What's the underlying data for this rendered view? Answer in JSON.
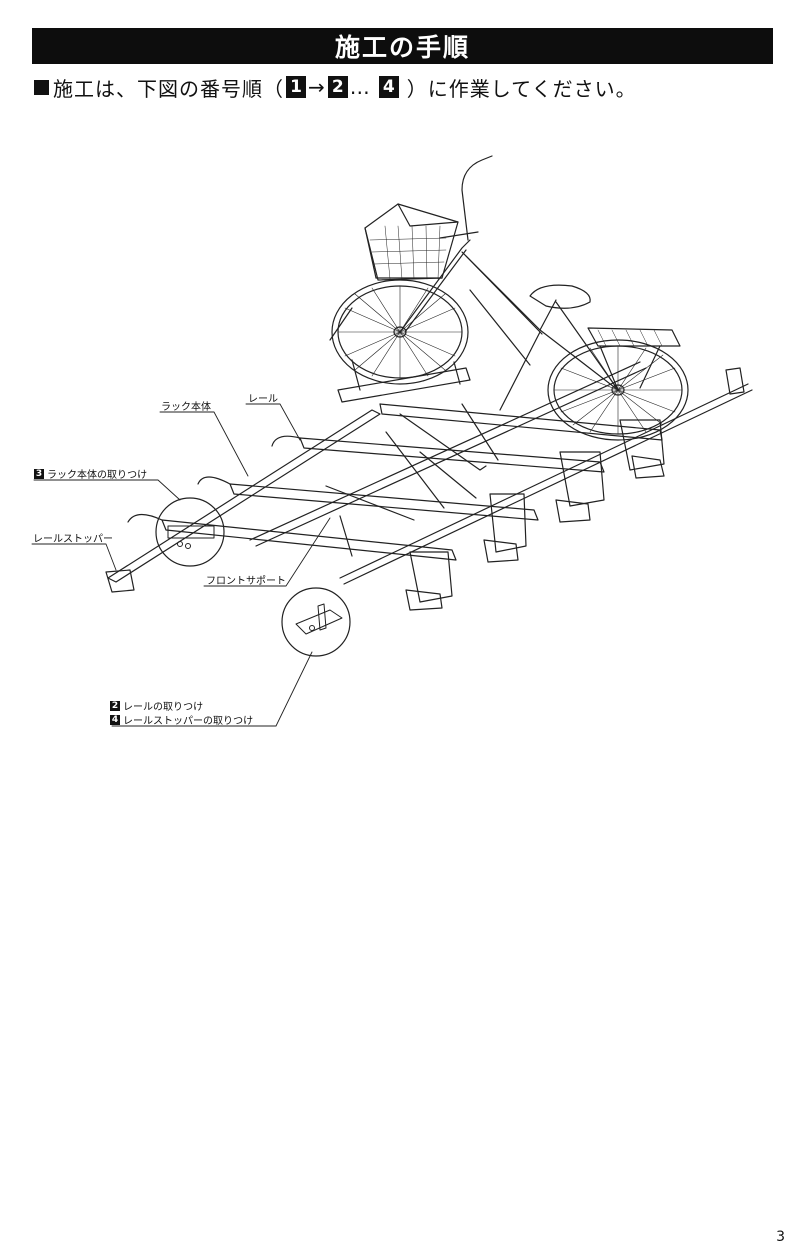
{
  "header": {
    "title": "施工の手順"
  },
  "instruction": {
    "prefix": "施工は、下図の番号順（",
    "step_first": "1",
    "arrow": "→",
    "step_second": "2",
    "ellipsis": "…",
    "step_last": "4",
    "suffix": "）に作業してください。"
  },
  "callouts": {
    "rack_body": "ラック本体",
    "rail": "レール",
    "rack_mount_num": "3",
    "rack_mount": "ラック本体の取りつけ",
    "rail_stopper": "レールストッパー",
    "front_support": "フロントサポート",
    "rail_mount_num": "2",
    "rail_mount": "レールの取りつけ",
    "stopper_mount_num": "4",
    "stopper_mount": "レールストッパーの取りつけ"
  },
  "footer": {
    "page_number": "3"
  }
}
